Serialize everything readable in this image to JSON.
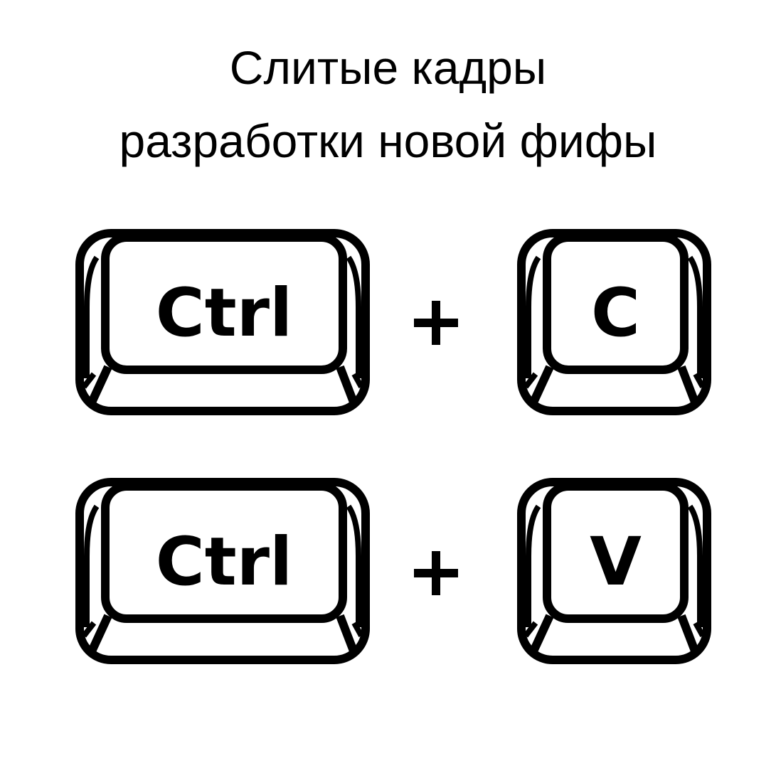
{
  "title": {
    "line1": "Слитые кадры",
    "line2": "разработки новой фифы"
  },
  "rows": [
    {
      "modifier": "Ctrl",
      "plus": "+",
      "key": "C"
    },
    {
      "modifier": "Ctrl",
      "plus": "+",
      "key": "V"
    }
  ]
}
